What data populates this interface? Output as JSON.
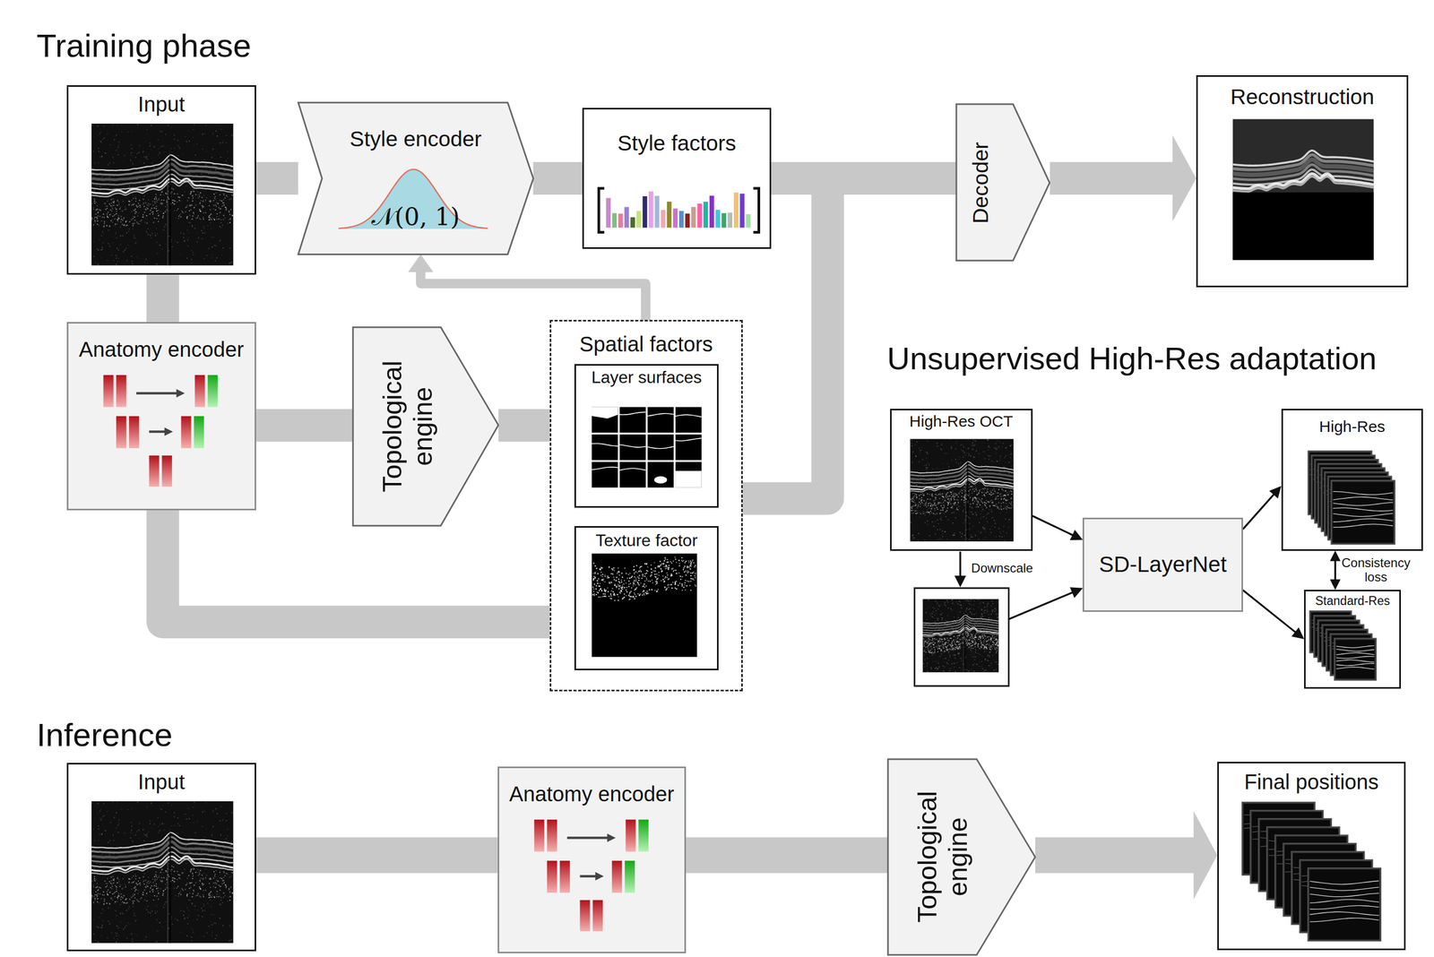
{
  "diagram": {
    "nodes": [
      {
        "text": [
          "Training phase"
        ]
      },
      {
        "text": [
          "Input"
        ],
        "in": 0
      },
      {
        "text": [
          "Style encoder",
          "𝒩(0, 1)"
        ],
        "in": 0
      },
      {
        "text": [
          "Style factors"
        ],
        "in": 0
      },
      {
        "text": [
          "Decoder"
        ],
        "in": 0
      },
      {
        "text": [
          "Reconstruction"
        ],
        "in": 0
      },
      {
        "text": [
          "Anatomy encoder"
        ],
        "in": 0
      },
      {
        "text": [
          "Topological engine"
        ],
        "in": 0
      },
      {
        "text": [
          "Spatial factors"
        ],
        "in": 0
      },
      {
        "text": [
          "Layer surfaces"
        ],
        "in": 8
      },
      {
        "text": [
          "Texture factor"
        ],
        "in": 8
      },
      {
        "text": [
          "Unsupervised High-Res adaptation"
        ],
        "in": 0
      },
      {
        "text": [
          "High-Res OCT"
        ],
        "in": 11
      },
      {
        "text": [
          "SD-LayerNet"
        ],
        "in": 11
      },
      {
        "text": [
          "High-Res"
        ],
        "in": 11
      },
      {
        "text": [
          "Standard-Res"
        ],
        "in": 11
      },
      {
        "text": [
          "Inference"
        ]
      },
      {
        "text": [
          "Input"
        ],
        "in": 16
      },
      {
        "text": [
          "Anatomy encoder"
        ],
        "in": 16
      },
      {
        "text": [
          "Topological engine"
        ],
        "in": 16
      },
      {
        "text": [
          "Final positions"
        ],
        "in": 16
      }
    ],
    "edges": [
      {
        "from": 1,
        "to": 2,
        "arrow": "none"
      },
      {
        "from": 2,
        "to": 3,
        "arrow": "none"
      },
      {
        "from": 3,
        "to": 4,
        "arrow": "none"
      },
      {
        "from": 8,
        "to": 4,
        "arrow": "none"
      },
      {
        "from": 4,
        "to": 5,
        "arrow": "to"
      },
      {
        "from": 1,
        "to": 6,
        "arrow": "none"
      },
      {
        "from": 6,
        "to": 7,
        "arrow": "none"
      },
      {
        "from": 7,
        "to": 8,
        "arrow": "none"
      },
      {
        "from": 8,
        "to": 2,
        "arrow": "to"
      },
      {
        "from": 6,
        "to": 8,
        "arrow": "none"
      },
      {
        "from": 12,
        "to": 13,
        "arrow": "to"
      },
      {
        "from": 13,
        "to": 14,
        "arrow": "to"
      },
      {
        "from": 13,
        "to": 15,
        "arrow": "to"
      },
      {
        "from": 14,
        "to": 15,
        "label": "Consistency loss",
        "arrow": "both"
      },
      {
        "from": 17,
        "to": 18,
        "arrow": "none"
      },
      {
        "from": 18,
        "to": 19,
        "arrow": "none"
      },
      {
        "from": 19,
        "to": 20,
        "arrow": "to"
      }
    ],
    "labels": [
      "Downscale"
    ]
  }
}
